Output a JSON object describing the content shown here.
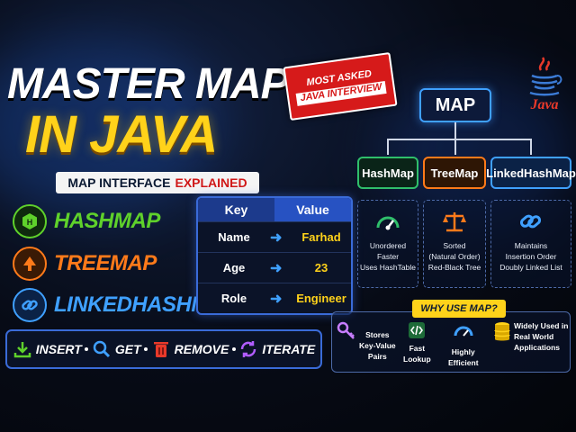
{
  "title_line1": "MASTER MAPS",
  "title_line2": "IN JAVA",
  "subtitle": {
    "prefix": "MAP INTERFACE",
    "highlight": "EXPLAINED"
  },
  "badge": {
    "line1": "MOST ASKED",
    "line2": "JAVA INTERVIEW"
  },
  "java_logo_text": "Java",
  "map_types": [
    {
      "label": "HASHMAP",
      "icon": "hashmap-icon",
      "color": "#5fd12b"
    },
    {
      "label": "TREEMAP",
      "icon": "tree-icon",
      "color": "#ff7a1a"
    },
    {
      "label": "LINKEDHASHMAP",
      "icon": "link-icon",
      "color": "#3fa0ff"
    }
  ],
  "table": {
    "headers": [
      "Key",
      "Value"
    ],
    "rows": [
      {
        "key": "Name",
        "value": "Farhad"
      },
      {
        "key": "Age",
        "value": "23"
      },
      {
        "key": "Role",
        "value": "Engineer"
      }
    ]
  },
  "operations": [
    {
      "label": "INSERT",
      "icon": "download-icon"
    },
    {
      "label": "GET",
      "icon": "search-icon"
    },
    {
      "label": "REMOVE",
      "icon": "trash-icon"
    },
    {
      "label": "ITERATE",
      "icon": "refresh-icon"
    }
  ],
  "diagram": {
    "root": "MAP",
    "children": [
      {
        "label": "HashMap",
        "desc": [
          "Unordered",
          "Faster",
          "Uses HashTable"
        ],
        "icon": "speedometer-icon",
        "color": "#2fbf6b"
      },
      {
        "label": "TreeMap",
        "desc": [
          "Sorted",
          "(Natural Order)",
          "Red-Black Tree"
        ],
        "icon": "scales-icon",
        "color": "#ff7a1a"
      },
      {
        "label": "LinkedHashMap",
        "desc": [
          "Maintains",
          "Insertion Order",
          "Doubly Linked List"
        ],
        "icon": "chain-icon",
        "color": "#3fa0ff"
      }
    ]
  },
  "why": {
    "title": "WHY USE MAP?",
    "items": [
      {
        "text": [
          "Stores",
          "Key-Value",
          "Pairs"
        ],
        "icon": "key-icon"
      },
      {
        "text": [
          "Fast",
          "Lookup"
        ],
        "icon": "code-icon"
      },
      {
        "text": [
          "Highly",
          "Efficient"
        ],
        "icon": "gauge-icon"
      },
      {
        "text": [
          "Widely Used in",
          "Real World",
          "Applications"
        ],
        "icon": "database-icon"
      }
    ]
  },
  "colors": {
    "yellow": "#ffd21a",
    "blue": "#3fa0ff",
    "red": "#d61a1a",
    "green": "#5fd12b",
    "orange": "#ff7a1a"
  }
}
